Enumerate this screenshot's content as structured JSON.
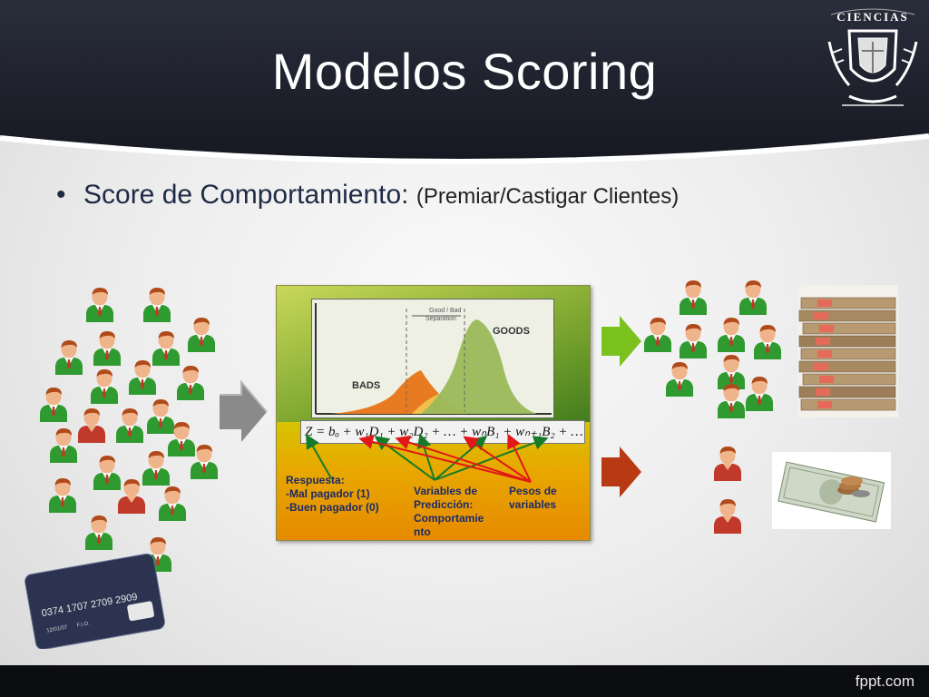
{
  "slide": {
    "title": "Modelos Scoring",
    "bullet": {
      "main": "Score de Comportamiento:",
      "detail": "(Premiar/Castigar Clientes)"
    },
    "footer": "fppt.com"
  },
  "crest": {
    "text": "CIENCIAS"
  },
  "model": {
    "graph": {
      "label_goods": "GOODS",
      "label_bads": "BADS",
      "label_separation_line1": "Good / Bad",
      "label_separation_line2": "Separation"
    },
    "formula": "Z = bₒ + w₁D₁ + w₂D₂ + … + wₙB₁ + wₙ₊₁B₂ + …",
    "labels": {
      "respuesta_title": "Respuesta:",
      "respuesta_line1": "-Mal pagador (1)",
      "respuesta_line2": "-Buen pagador (0)",
      "variables_line1": "Variables de",
      "variables_line2": "Predicción:",
      "variables_line3": "Comportamie",
      "variables_line4": "nto",
      "pesos_line1": "Pesos de",
      "pesos_line2": "variables"
    }
  },
  "card": {
    "number": "0374  1707  2709  2909",
    "expiry": "12/01/07",
    "holder": "F.I.O."
  },
  "colors": {
    "header": "#1c1e2a",
    "good_customer": "#2f9a2f",
    "bad_customer": "#c0392b",
    "arrow_gray": "#8a8a8a",
    "arrow_green": "#7cc21e",
    "arrow_red": "#b83a12"
  }
}
